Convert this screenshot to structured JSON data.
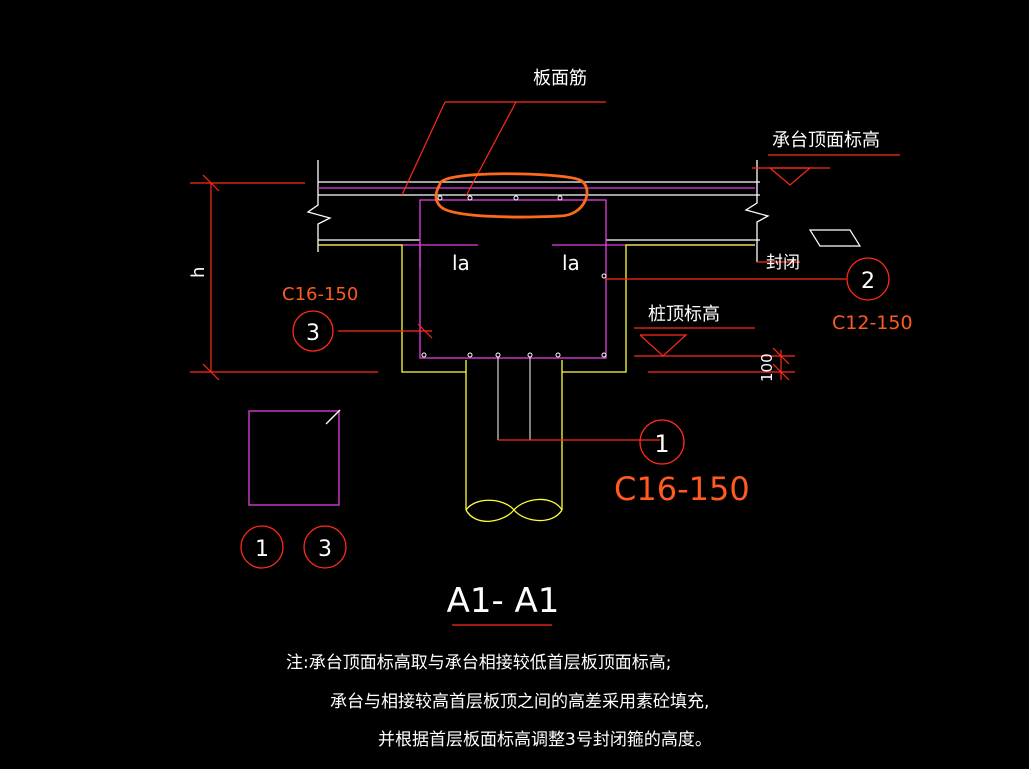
{
  "labels": {
    "slab_top_rebar": "板面筋",
    "cap_top_elevation": "承台顶面标高",
    "closure": "封闭",
    "pile_top_elevation": "桩顶标高",
    "height_dim": "h",
    "dim_100": "100",
    "anchor_left": "la",
    "anchor_right": "la"
  },
  "callouts": {
    "bar1": {
      "number": "1",
      "spec": "C16-150"
    },
    "bar2": {
      "number": "2",
      "spec": "C12-150"
    },
    "bar3": {
      "number": "3",
      "spec": "C16-150"
    }
  },
  "legend": {
    "circle_a": "1",
    "circle_b": "3"
  },
  "section_title": "A1- A1",
  "notes": [
    "注:承台顶面标高取与承台相接较低首层板顶面标高;",
    "承台与相接较高首层板顶之间的高差采用素砼填充,",
    "并根据首层板面标高调整3号封闭箍的高度。"
  ],
  "colors": {
    "background": "#000000",
    "slab_lines": "#ffffff",
    "rebar": "#e040e0",
    "concrete_outline": "#ffff40",
    "annotation": "#ff2a1a",
    "orange_text": "#ff5a1f",
    "highlight": "#ff6a1a"
  }
}
